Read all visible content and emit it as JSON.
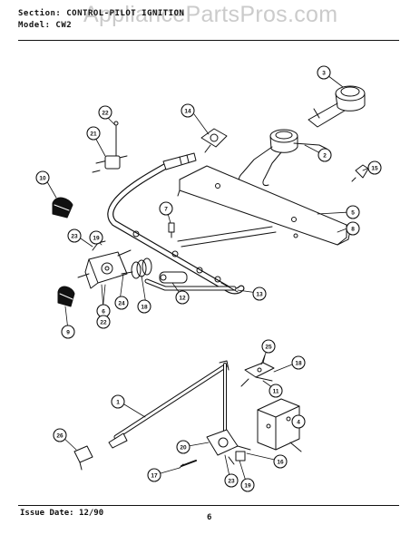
{
  "header": {
    "section_line": "Section: CONTROL-PILOT IGNITION",
    "model_line": "Model: CW2",
    "watermark": "AppliancePartsPros.com"
  },
  "footer": {
    "issue_date": "Issue Date: 12/90",
    "page_number": "6"
  },
  "callouts": [
    {
      "id": "c1",
      "label": "1"
    },
    {
      "id": "c2",
      "label": "2"
    },
    {
      "id": "c3",
      "label": "3"
    },
    {
      "id": "c4",
      "label": "4"
    },
    {
      "id": "c5",
      "label": "5"
    },
    {
      "id": "c6",
      "label": "6"
    },
    {
      "id": "c7",
      "label": "7"
    },
    {
      "id": "c8",
      "label": "8"
    },
    {
      "id": "c9",
      "label": "9"
    },
    {
      "id": "c10",
      "label": "10"
    },
    {
      "id": "c11",
      "label": "11"
    },
    {
      "id": "c12",
      "label": "12"
    },
    {
      "id": "c13",
      "label": "13"
    },
    {
      "id": "c14",
      "label": "14"
    },
    {
      "id": "c15",
      "label": "15"
    },
    {
      "id": "c16a",
      "label": "16"
    },
    {
      "id": "c16b",
      "label": "16"
    },
    {
      "id": "c17",
      "label": "17"
    },
    {
      "id": "c18a",
      "label": "18"
    },
    {
      "id": "c18b",
      "label": "18"
    },
    {
      "id": "c19a",
      "label": "19"
    },
    {
      "id": "c19b",
      "label": "19"
    },
    {
      "id": "c20",
      "label": "20"
    },
    {
      "id": "c21",
      "label": "21"
    },
    {
      "id": "c22a",
      "label": "22"
    },
    {
      "id": "c22b",
      "label": "22"
    },
    {
      "id": "c23a",
      "label": "23"
    },
    {
      "id": "c23b",
      "label": "23"
    },
    {
      "id": "c24",
      "label": "24"
    },
    {
      "id": "c25",
      "label": "25"
    },
    {
      "id": "c26",
      "label": "26"
    }
  ]
}
